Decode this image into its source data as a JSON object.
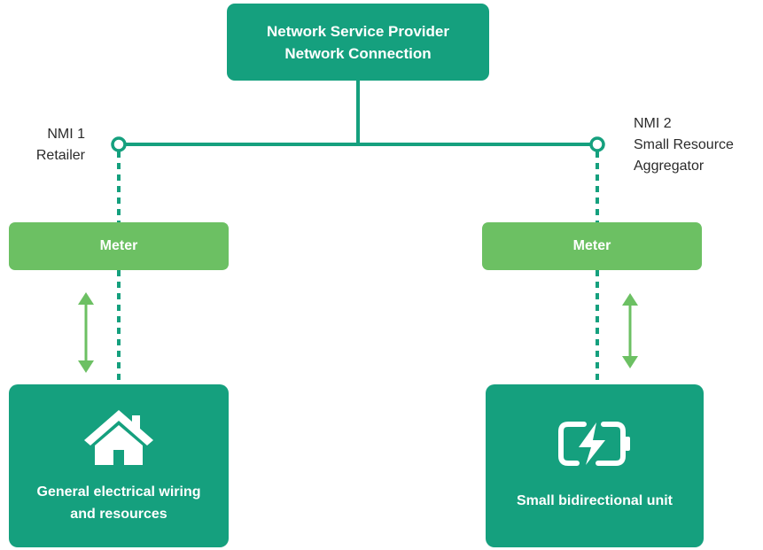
{
  "network": {
    "line1": "Network Service Provider",
    "line2": "Network Connection"
  },
  "nmi_left": {
    "line1": "NMI 1",
    "line2": "Retailer"
  },
  "nmi_right": {
    "line1": "NMI 2",
    "line2": "Small Resource",
    "line3": "Aggregator"
  },
  "meters": {
    "left_label": "Meter",
    "right_label": "Meter"
  },
  "resources": {
    "left": {
      "icon": "house-icon",
      "line1": "General electrical wiring",
      "line2": "and resources"
    },
    "right": {
      "icon": "battery-charging-icon",
      "line1": "Small bidirectional unit"
    }
  },
  "colors": {
    "dark_green": "#15a07e",
    "light_green": "#6cc063"
  }
}
